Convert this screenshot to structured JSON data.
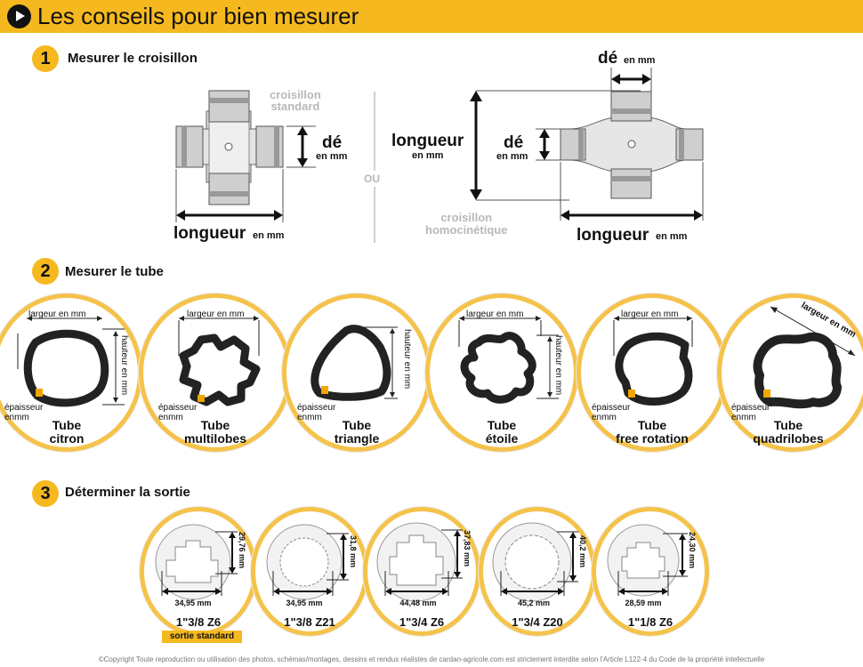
{
  "header": {
    "title": "Les conseils pour bien mesurer",
    "icon": "play-arrow-icon"
  },
  "steps": [
    {
      "number": "1",
      "label": "Mesurer le croisillon"
    },
    {
      "number": "2",
      "label": "Mesurer le tube"
    },
    {
      "number": "3",
      "label": "Déterminer la sortie"
    }
  ],
  "croisillon": {
    "standard_caption": "croisillon\nstandard",
    "ou": "OU",
    "homocinetique_caption": "croisillon\nhomocinétique",
    "de": "dé",
    "en_mm": "en mm",
    "longueur": "longueur"
  },
  "tubes": {
    "largeur": "largeur en mm",
    "hauteur": "hauteur en mm",
    "epaisseur": "épaisseur\nenmm",
    "items": [
      {
        "name": "Tube\ncitron"
      },
      {
        "name": "Tube\nmultilobes"
      },
      {
        "name": "Tube\ntriangle"
      },
      {
        "name": "Tube\nétoile"
      },
      {
        "name": "Tube\nfree rotation"
      },
      {
        "name": "Tube\nquadrilobes"
      }
    ]
  },
  "outputs": [
    {
      "name": "1\"3/8 Z6",
      "width": "34,95 mm",
      "height": "29,76 mm"
    },
    {
      "name": "1\"3/8 Z21",
      "width": "34,95 mm",
      "height": "31,8 mm"
    },
    {
      "name": "1\"3/4 Z6",
      "width": "44,48 mm",
      "height": "37,83 mm"
    },
    {
      "name": "1\"3/4 Z20",
      "width": "45,2 mm",
      "height": "40,2 mm"
    },
    {
      "name": "1\"1/8 Z6",
      "width": "28,59 mm",
      "height": "24,30 mm"
    }
  ],
  "standard_badge": "sortie standard",
  "copyright": "©Copyright Toute reproduction ou utilisation des photos, schémas/montages, dessins et rendus réalistes de cardan-agricole.com est strictement interdite selon l'Article L122-4 du Code de la propriété intellectuelle",
  "colors": {
    "accent": "#f5b91f",
    "card_ring": "#f5c24a",
    "thickness_marker": "#f0a500"
  }
}
